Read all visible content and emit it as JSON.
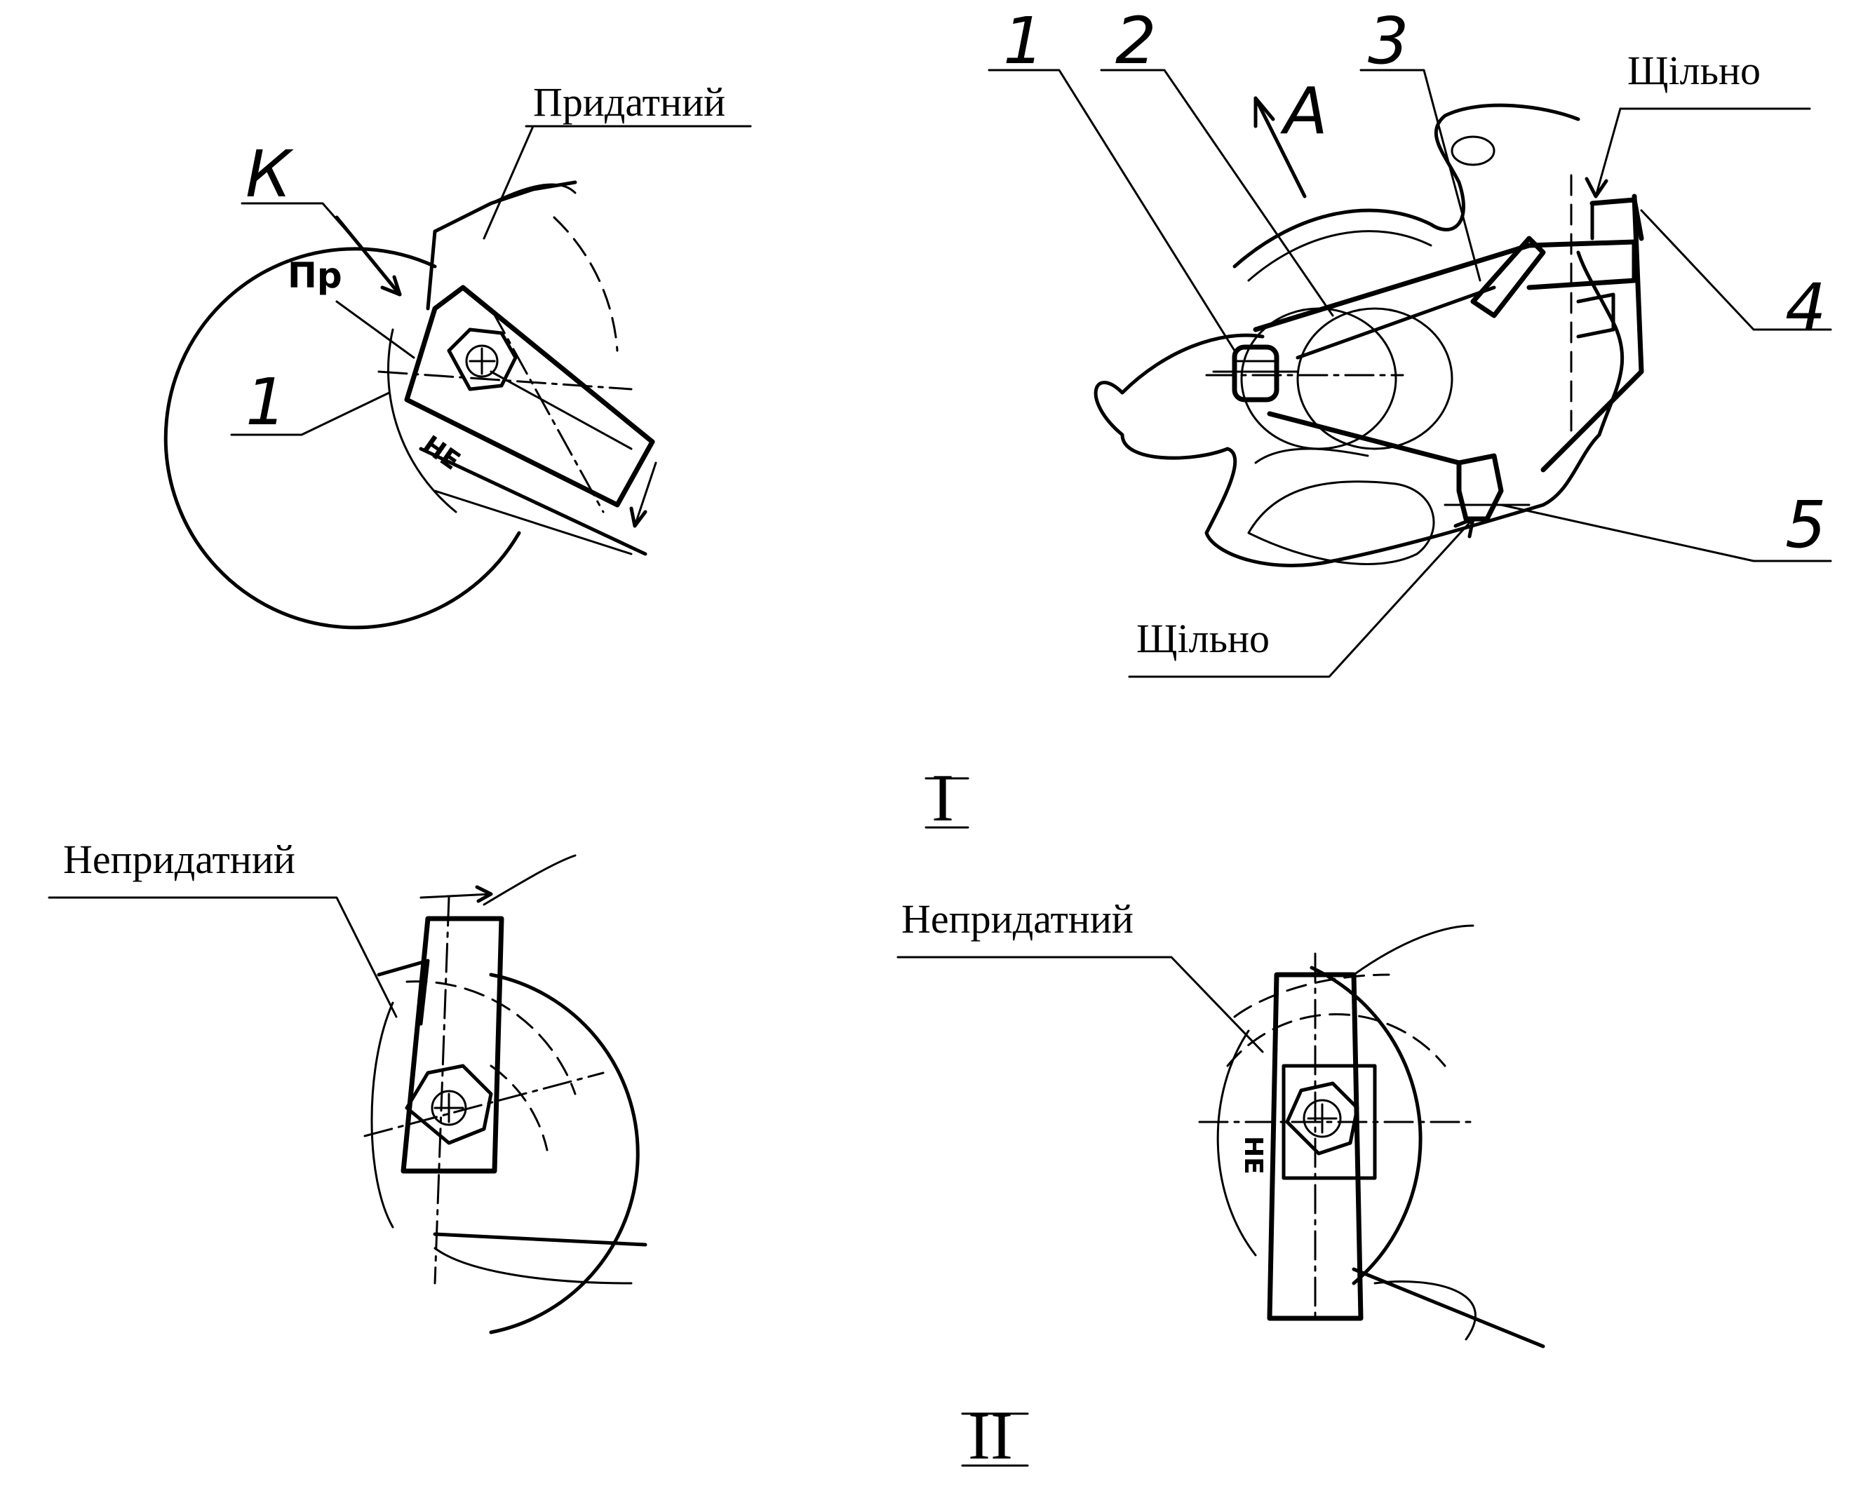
{
  "figure_I": {
    "label": "I",
    "top_left_view": {
      "label_k": "К",
      "label_pr": "Пр",
      "label_1": "1",
      "label_fit": "Придатний",
      "label_ne": "НЕ"
    },
    "top_right_view": {
      "label_1": "1",
      "label_2": "2",
      "label_3": "3",
      "label_4": "4",
      "label_5": "5",
      "label_a": "А",
      "label_tight_top": "Щільно",
      "label_tight_bottom": "Щільно"
    }
  },
  "figure_II": {
    "label": "II",
    "bottom_left_view": {
      "label_unfit": "Непридатний"
    },
    "bottom_right_view": {
      "label_unfit": "Непридатний",
      "label_ne": "НЕ"
    }
  }
}
